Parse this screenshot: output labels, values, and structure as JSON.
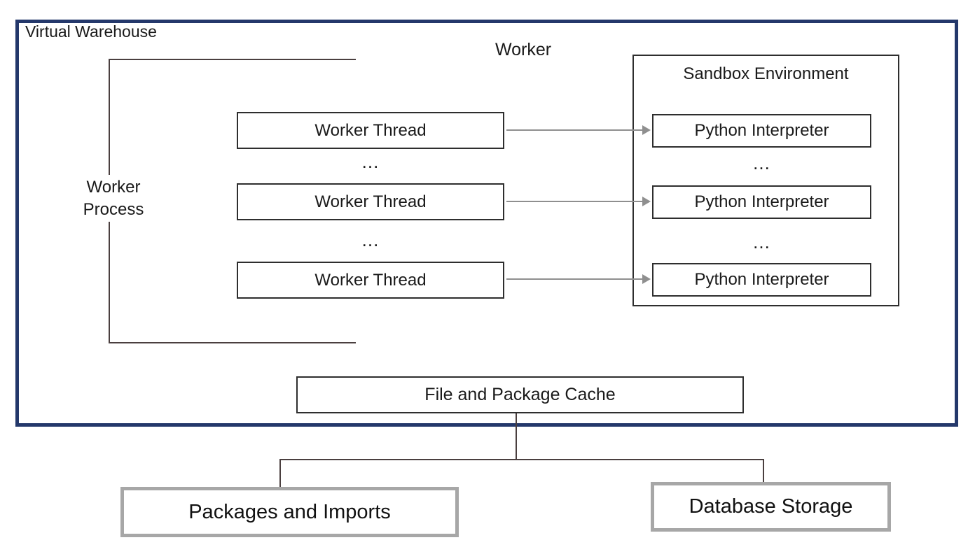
{
  "diagram": {
    "virtual_warehouse_label": "Virtual Warehouse",
    "worker_label": "Worker",
    "worker_process": {
      "line1": "Worker",
      "line2": "Process"
    },
    "worker_threads": [
      "Worker Thread",
      "Worker Thread",
      "Worker Thread"
    ],
    "ellipsis": "...",
    "sandbox": {
      "title": "Sandbox Environment",
      "interpreters": [
        "Python Interpreter",
        "Python Interpreter",
        "Python Interpreter"
      ]
    },
    "cache_label": "File and Package Cache",
    "external": {
      "packages": "Packages and Imports",
      "database": "Database Storage"
    },
    "colors": {
      "outer_border": "#24386b",
      "node_border": "#2e2e2e",
      "bracket_line": "#4a3f3f",
      "arrow": "#8f8f8f",
      "external_border": "#a7a7a7"
    }
  }
}
